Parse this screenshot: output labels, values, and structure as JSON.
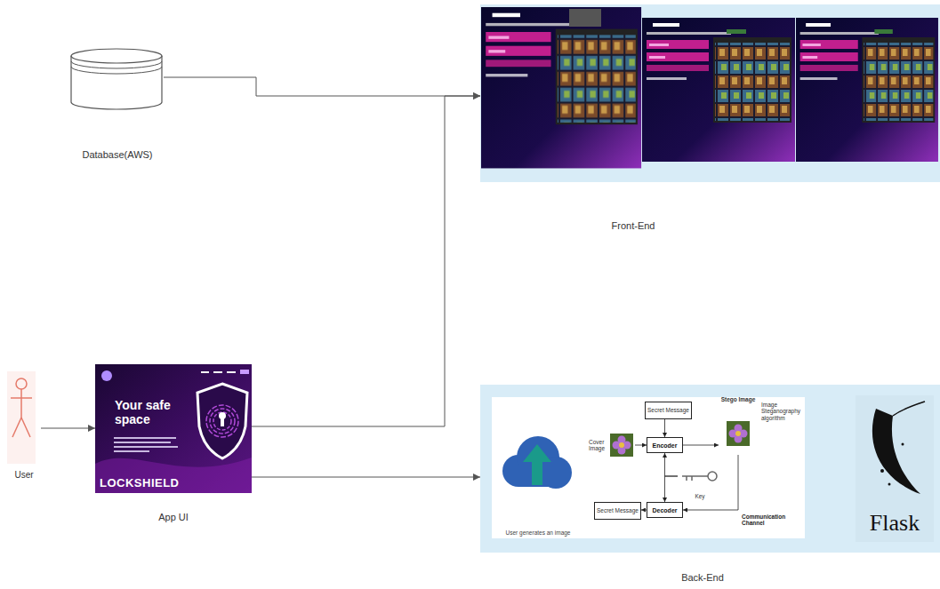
{
  "diagram": {
    "nodes": [
      {
        "text": [
          "Database(AWS)"
        ]
      },
      {
        "text": [
          "Front-End"
        ]
      },
      {
        "text": [
          "User"
        ]
      },
      {
        "text": [
          "Your safe space",
          "LOCKSHIELD",
          "App UI"
        ]
      },
      {
        "text": [
          "Back-End"
        ]
      },
      {
        "text": [
          "User generates an image"
        ],
        "in": 4
      },
      {
        "text": [
          "Secret Message"
        ],
        "in": 4
      },
      {
        "text": [
          "Cover Image"
        ],
        "in": 4
      },
      {
        "text": [
          "Encoder"
        ],
        "in": 4
      },
      {
        "text": [
          "Stego Image"
        ],
        "in": 4
      },
      {
        "text": [
          "Key"
        ],
        "in": 4
      },
      {
        "text": [
          "Decoder"
        ],
        "in": 4
      },
      {
        "text": [
          "Secret Message"
        ],
        "in": 4
      },
      {
        "text": [
          "Flask"
        ],
        "in": 4
      }
    ],
    "edges": [
      {
        "from": 0,
        "to": 1,
        "arrow": "to"
      },
      {
        "from": 3,
        "to": 1,
        "arrow": "to"
      },
      {
        "from": 2,
        "to": 3,
        "arrow": "to"
      },
      {
        "from": 3,
        "to": 4,
        "arrow": "to"
      },
      {
        "from": 6,
        "to": 8,
        "arrow": "to"
      },
      {
        "from": 7,
        "to": 8,
        "arrow": "to"
      },
      {
        "from": 8,
        "to": 9,
        "arrow": "to"
      },
      {
        "from": 9,
        "to": 11,
        "label": "Communication Channel",
        "arrow": "to"
      },
      {
        "from": 11,
        "to": 12,
        "arrow": "to"
      },
      {
        "from": 10,
        "to": 8,
        "arrow": "to"
      },
      {
        "from": 10,
        "to": 11,
        "arrow": "to"
      }
    ],
    "labels": [
      "Image Steganography algorithm"
    ]
  }
}
